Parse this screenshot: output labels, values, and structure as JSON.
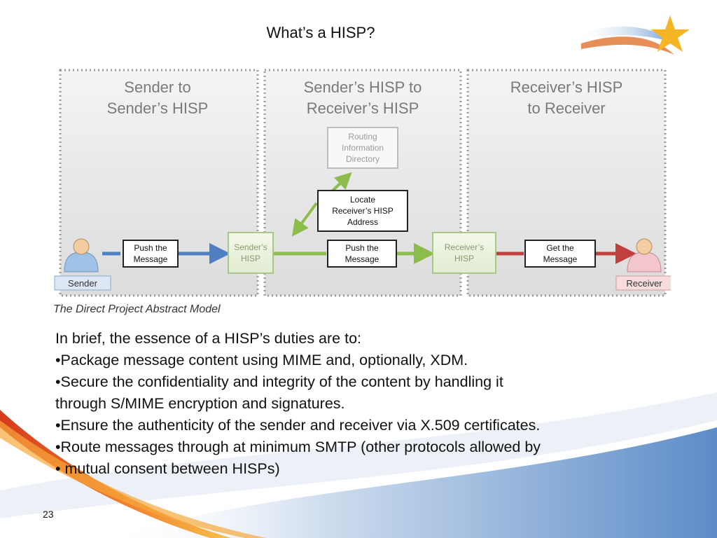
{
  "slide": {
    "title": "What’s a HISP?",
    "page_number": "23"
  },
  "diagram": {
    "panels": [
      {
        "line1": "Sender to",
        "line2": "Sender’s HISP"
      },
      {
        "line1": "Sender’s HISP to",
        "line2": "Receiver’s HISP"
      },
      {
        "line1": "Receiver’s HISP",
        "line2": "to Receiver"
      }
    ],
    "boxes": {
      "routing": [
        "Routing",
        "Information",
        "Directory"
      ],
      "locate": [
        "Locate",
        "Receiver’s HISP",
        "Address"
      ],
      "push1": [
        "Push the",
        "Message"
      ],
      "push2": [
        "Push the",
        "Message"
      ],
      "get": [
        "Get the",
        "Message"
      ],
      "senders_hisp": [
        "Sender’s",
        "HISP"
      ],
      "receivers_hisp": [
        "Receiver’s",
        "HISP"
      ]
    },
    "sender_label": "Sender",
    "receiver_label": "Receiver",
    "caption": "The Direct Project Abstract Model",
    "colors": {
      "blue_arrow": "#4f7fc0",
      "green_arrow": "#8cbc4c",
      "red_arrow": "#c04040",
      "panel_fill": "#e4e4e4"
    }
  },
  "body": {
    "lines": [
      "In brief, the essence of a HISP’s duties are to:",
      "•Package message content using MIME and, optionally, XDM.",
      "•Secure the confidentiality and integrity of the content by handling it",
      "through S/MIME encryption and signatures.",
      "•Ensure the authenticity of the sender and receiver via X.509 certificates.",
      "•Route messages through at minimum SMTP (other protocols allowed by",
      "• mutual consent between HISPs)"
    ]
  }
}
